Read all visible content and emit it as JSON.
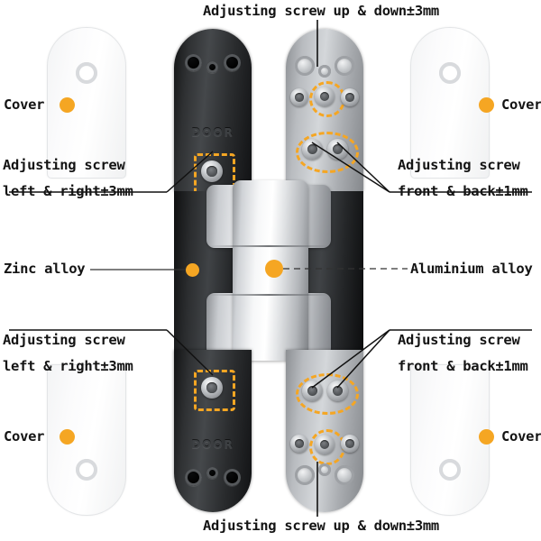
{
  "diagram": {
    "title": "Concealed 3D adjustable hinge exploded annotation diagram",
    "accent_color": "#F5A623",
    "text_color": "#141414"
  },
  "captions": {
    "top": "Adjusting screw up & down±3mm",
    "bottom": "Adjusting screw up & down±3mm"
  },
  "labels": {
    "cover_top_left": "Cover",
    "cover_top_right": "Cover",
    "cover_bottom_left": "Cover",
    "cover_bottom_right": "Cover",
    "adjust_top_left_line1": "Adjusting screw",
    "adjust_top_left_line2": "left & right±3mm",
    "adjust_top_right_line1": "Adjusting screw",
    "adjust_top_right_line2": "front & back±1mm",
    "adjust_bottom_left_line1": "Adjusting screw",
    "adjust_bottom_left_line2": "left & right±3mm",
    "adjust_bottom_right_line1": "Adjusting screw",
    "adjust_bottom_right_line2": "front & back±1mm",
    "material_left": "Zinc alloy",
    "material_right": "Aluminium alloy"
  },
  "parts": {
    "door_plate_emboss": "DOOR",
    "door_plate_material": "Zinc alloy",
    "frame_plate_material": "Aluminium alloy",
    "cover_plate_name": "Cover"
  },
  "measurements": {
    "up_down": "±3mm",
    "left_right": "±3mm",
    "front_back": "±1mm"
  }
}
